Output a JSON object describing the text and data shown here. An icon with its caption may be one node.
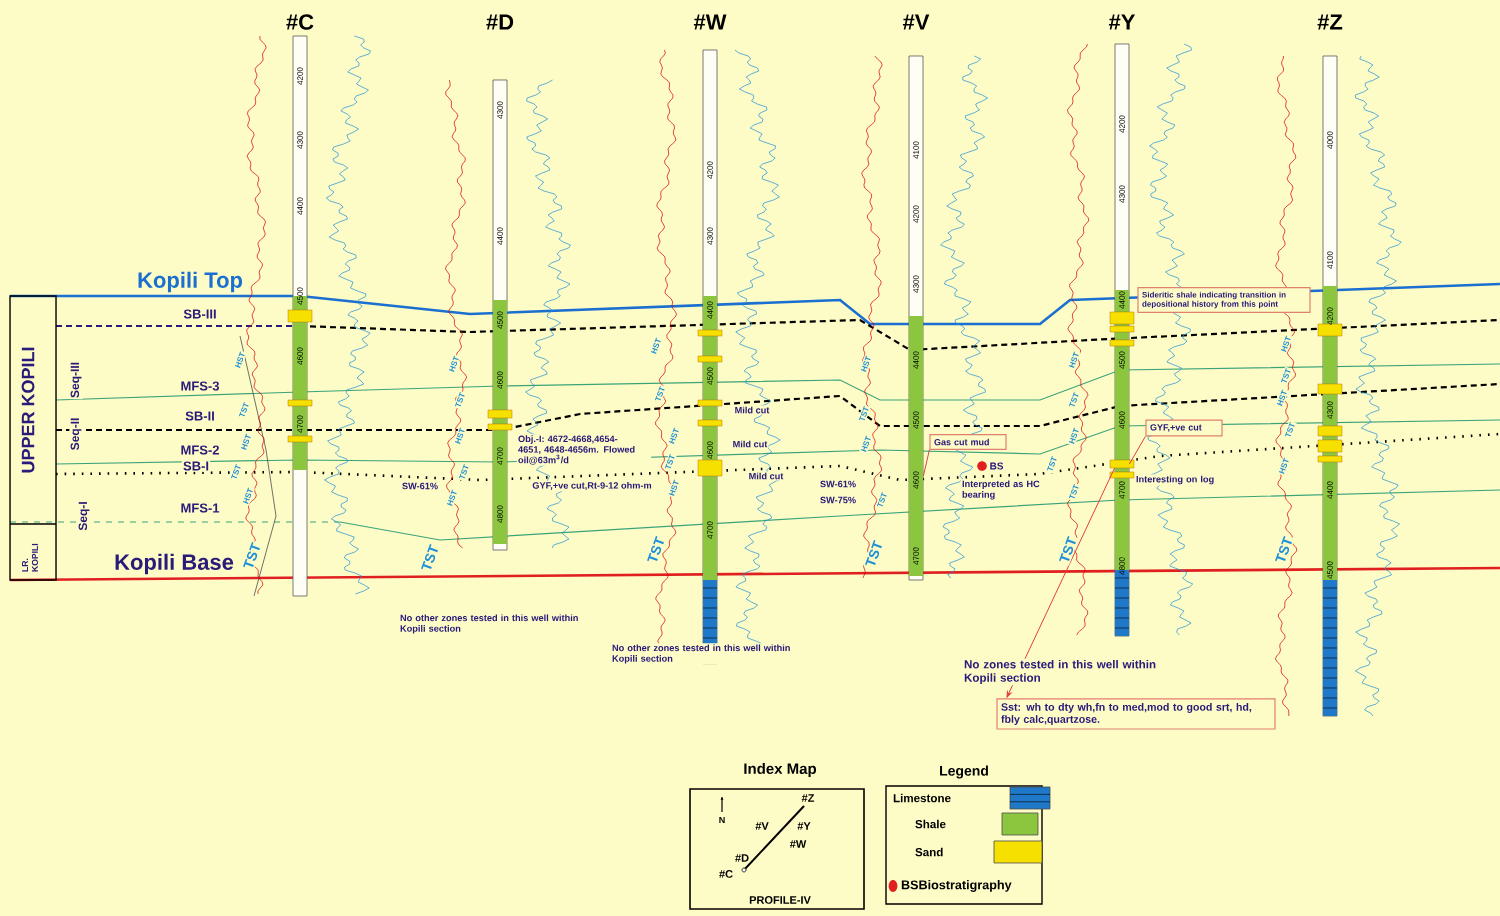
{
  "diagram": {
    "nodes": [
      {
        "text": [
          "#C",
          "4200",
          "4300",
          "4400",
          "4500",
          "4600",
          "4700"
        ]
      },
      {
        "text": [
          "#D",
          "4300",
          "4400",
          "4500",
          "4600",
          "4700",
          "4800"
        ]
      },
      {
        "text": [
          "#W",
          "4200",
          "4300",
          "4400",
          "4500",
          "4600",
          "4700"
        ]
      },
      {
        "text": [
          "#V",
          "4100",
          "4200",
          "4300",
          "4400",
          "4500",
          "4600",
          "4700"
        ]
      },
      {
        "text": [
          "#Y",
          "4200",
          "4300",
          "4400",
          "4500",
          "4600",
          "4700",
          "4800"
        ]
      },
      {
        "text": [
          "#Z",
          "4000",
          "4100",
          "4200",
          "4300",
          "4400",
          "4500"
        ]
      },
      {
        "text": [
          "Gas cut mud"
        ]
      },
      {
        "text": [
          "GYF,+ve cut"
        ]
      },
      {
        "text": [
          "Sideritic shale indicating transition in depositional history from this point"
        ]
      },
      {
        "text": [
          "Sst: wh to dty wh,fn to med,mod to good srt, hd, fbly calc,quartzose."
        ]
      },
      {
        "text": [
          "Index Map",
          "#Z",
          "N",
          "#V",
          "#Y",
          "#W",
          "#D",
          "#C",
          "PROFILE-IV"
        ]
      }
    ],
    "edges": [
      {
        "from": 6,
        "to": 3,
        "arrow": "none"
      },
      {
        "from": 7,
        "to": 4,
        "arrow": "none"
      },
      {
        "from": 4,
        "to": 9,
        "arrow": "to"
      }
    ],
    "labels": [
      "Kopili Top",
      "Kopili Base",
      "UPPER KOPILI",
      "LR. KOPILI",
      "Seq-III",
      "Seq-II",
      "Seq-I",
      "SB-III",
      "MFS-3",
      "SB-II",
      "MFS-2",
      "SB-I",
      "MFS-1",
      "HST",
      "TST",
      "HST",
      "TST",
      "HST",
      "TST",
      "HST",
      "TST",
      "HST",
      "TST",
      "HST",
      "TST",
      "HST",
      "TST",
      "HST",
      "TST",
      "HST",
      "TST",
      "HST",
      "TST",
      "HST",
      "TST",
      "TST",
      "HST",
      "TST",
      "HST",
      "TST",
      "TST",
      "TST",
      "HST",
      "TST",
      "HST",
      "TST",
      "HST",
      "TST",
      "SW-61%",
      "Obj.-I: 4672-4668,4654-4651, 4648-4656m. Flowed oil@63m$^{3}$/d",
      "GYF,+ve cut,Rt-9-12 ohm-m",
      "Mild cut",
      "Mild cut",
      "Mild cut",
      "SW-61%",
      "SW-75%",
      "BS",
      "Interpreted as HC bearing",
      "Interesting on log",
      "No other zones tested in this well within Kopili section",
      "No other zones tested in this well within Kopili section",
      "No zones tested in this well within Kopili section",
      "Legend"
    ],
    "legend": [
      {
        "text": "Limestone",
        "color": "#1f78c8"
      },
      {
        "text": "Shale",
        "color": "#8cc63f"
      },
      {
        "text": "Sand",
        "color": "#f5e000"
      },
      {
        "text": "BSBiostratigraphy",
        "color": "#e02020"
      }
    ]
  }
}
